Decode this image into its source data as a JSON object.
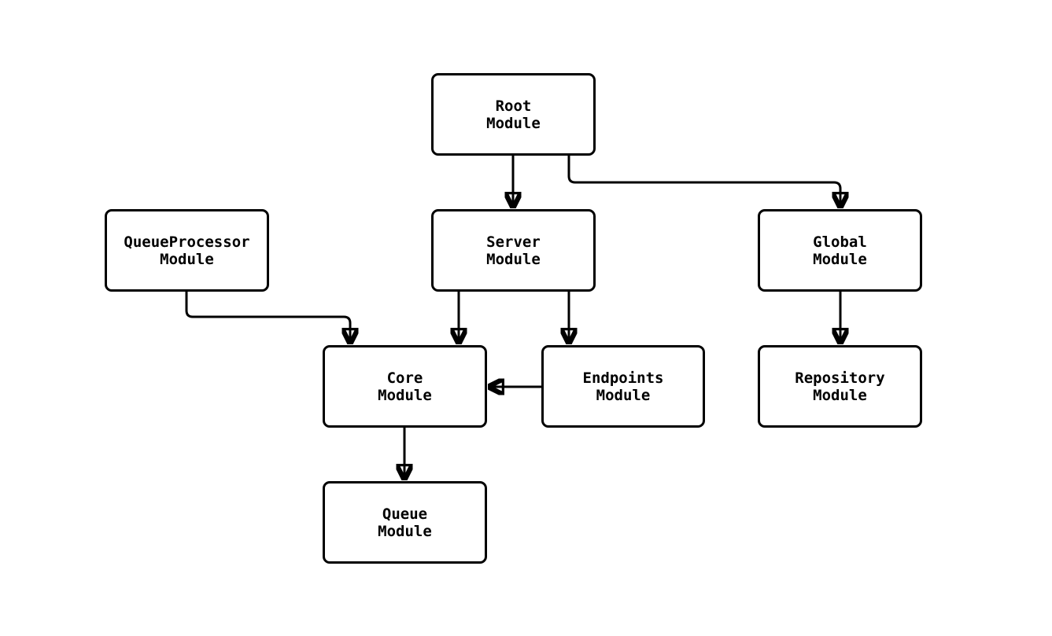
{
  "diagram": {
    "type": "flowchart",
    "background_color": "#ffffff",
    "node_fill_color": "#ffffff",
    "node_border_color": "#000000",
    "edge_color": "#000000",
    "nodes": {
      "root": {
        "label": "Root\nModule"
      },
      "server": {
        "label": "Server\nModule"
      },
      "queue_processor": {
        "label": "QueueProcessor\nModule"
      },
      "global": {
        "label": "Global\nModule"
      },
      "core": {
        "label": "Core\nModule"
      },
      "endpoints": {
        "label": "Endpoints\nModule"
      },
      "repository": {
        "label": "Repository\nModule"
      },
      "queue": {
        "label": "Queue\nModule"
      }
    },
    "edges": [
      {
        "from": "root",
        "to": "server"
      },
      {
        "from": "root",
        "to": "global"
      },
      {
        "from": "queue_processor",
        "to": "core"
      },
      {
        "from": "server",
        "to": "core"
      },
      {
        "from": "server",
        "to": "endpoints"
      },
      {
        "from": "endpoints",
        "to": "core"
      },
      {
        "from": "global",
        "to": "repository"
      },
      {
        "from": "core",
        "to": "queue"
      }
    ]
  }
}
